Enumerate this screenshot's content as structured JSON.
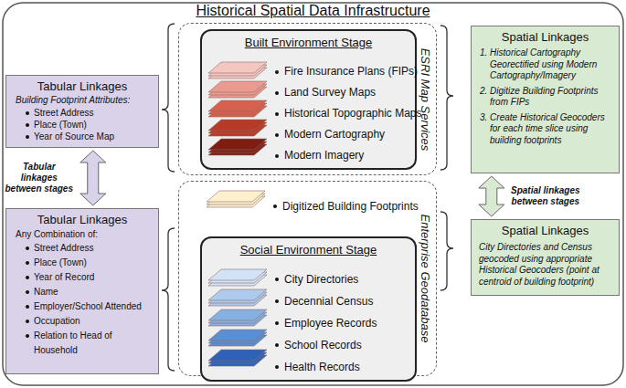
{
  "diagram": {
    "title": "Historical Spatial Data Infrastructure",
    "nodes": [
      {
        "text": [
          "Tabular Linkages",
          "Building Footprint Attributes:",
          "Street Address",
          "Place (Town)",
          "Year of Source Map"
        ]
      },
      {
        "text": [
          "ESRI Map Services"
        ]
      },
      {
        "text": [
          "Built Environment Stage",
          "Fire Insurance Plans (FIPs)",
          "Land Survey Maps",
          "Historical Topographic Maps",
          "Modern Cartography",
          "Modern Imagery"
        ],
        "in": 1
      },
      {
        "text": [
          "Spatial Linkages",
          "1. Historical Cartography Georectified using Modern Cartography/Imagery",
          "2. Digitize Building Footprints from FIPs",
          "3. Create Historical Geocoders for each time slice using building footprints"
        ]
      },
      {
        "text": [
          "Tabular Linkages",
          "Any Combination of:",
          "Street Address",
          "Place (Town)",
          "Year of Record",
          "Name",
          "Employer/School Attended",
          "Occupation",
          "Relation to Head of Household"
        ]
      },
      {
        "text": [
          "Enterprise Geodatabase",
          "Digitized Building Footprints"
        ]
      },
      {
        "text": [
          "Social Environment Stage",
          "City Directories",
          "Decennial Census",
          "Employee Records",
          "School Records",
          "Health Records"
        ],
        "in": 5
      },
      {
        "text": [
          "Spatial Linkages",
          "City Directories and Census geocoded using appropriate Historical Geocoders (point at centroid of building footprint)"
        ]
      }
    ],
    "edges": [
      {
        "from": 0,
        "to": 4,
        "arrow": "both",
        "label": "Tabular linkages between stages"
      },
      {
        "from": 3,
        "to": 7,
        "arrow": "both",
        "label": "Spatial linkages between stages"
      }
    ]
  }
}
